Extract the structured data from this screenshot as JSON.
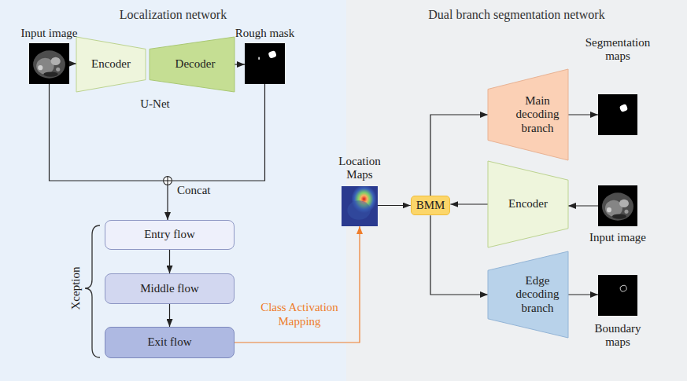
{
  "diagram": {
    "nodes": [
      {
        "text": [
          "Localization network"
        ]
      },
      {
        "text": [
          "Input image"
        ],
        "in": 0
      },
      {
        "text": [
          "Encoder"
        ],
        "in": 0
      },
      {
        "text": [
          "Decoder"
        ],
        "in": 0
      },
      {
        "text": [
          "Rough mask"
        ],
        "in": 0
      },
      {
        "text": [
          "Concat"
        ],
        "in": 0
      },
      {
        "text": [
          "Entry flow"
        ],
        "in": 0
      },
      {
        "text": [
          "Middle flow"
        ],
        "in": 0
      },
      {
        "text": [
          "Exit flow"
        ],
        "in": 0
      },
      {
        "text": [
          "Dual branch segmentation network"
        ]
      },
      {
        "text": [
          "Location Maps"
        ],
        "in": 9
      },
      {
        "text": [
          "BMM"
        ],
        "in": 9
      },
      {
        "text": [
          "Main decoding branch"
        ],
        "in": 9
      },
      {
        "text": [
          "Segmentation maps"
        ],
        "in": 9
      },
      {
        "text": [
          "Encoder"
        ],
        "in": 9
      },
      {
        "text": [
          "Input image"
        ],
        "in": 9
      },
      {
        "text": [
          "Edge decoding branch"
        ],
        "in": 9
      },
      {
        "text": [
          "Boundary maps"
        ],
        "in": 9
      }
    ],
    "edges": [
      {
        "from": 1,
        "to": 2,
        "arrow": "to"
      },
      {
        "from": 3,
        "to": 4,
        "arrow": "to"
      },
      {
        "from": 1,
        "to": 5,
        "arrow": "none"
      },
      {
        "from": 4,
        "to": 5,
        "arrow": "none"
      },
      {
        "from": 5,
        "to": 6,
        "arrow": "to"
      },
      {
        "from": 6,
        "to": 7,
        "arrow": "to"
      },
      {
        "from": 7,
        "to": 8,
        "arrow": "to"
      },
      {
        "from": 8,
        "to": 10,
        "label": "Class Activation Mapping",
        "arrow": "to"
      },
      {
        "from": 10,
        "to": 11,
        "arrow": "to"
      },
      {
        "from": 14,
        "to": 11,
        "arrow": "to"
      },
      {
        "from": 15,
        "to": 14,
        "arrow": "to"
      },
      {
        "from": 11,
        "to": 12,
        "arrow": "to"
      },
      {
        "from": 12,
        "to": 13,
        "arrow": "to"
      },
      {
        "from": 11,
        "to": 16,
        "arrow": "to"
      },
      {
        "from": 16,
        "to": 17,
        "arrow": "to"
      }
    ],
    "labels": [
      "U-Net",
      "Xception"
    ]
  }
}
